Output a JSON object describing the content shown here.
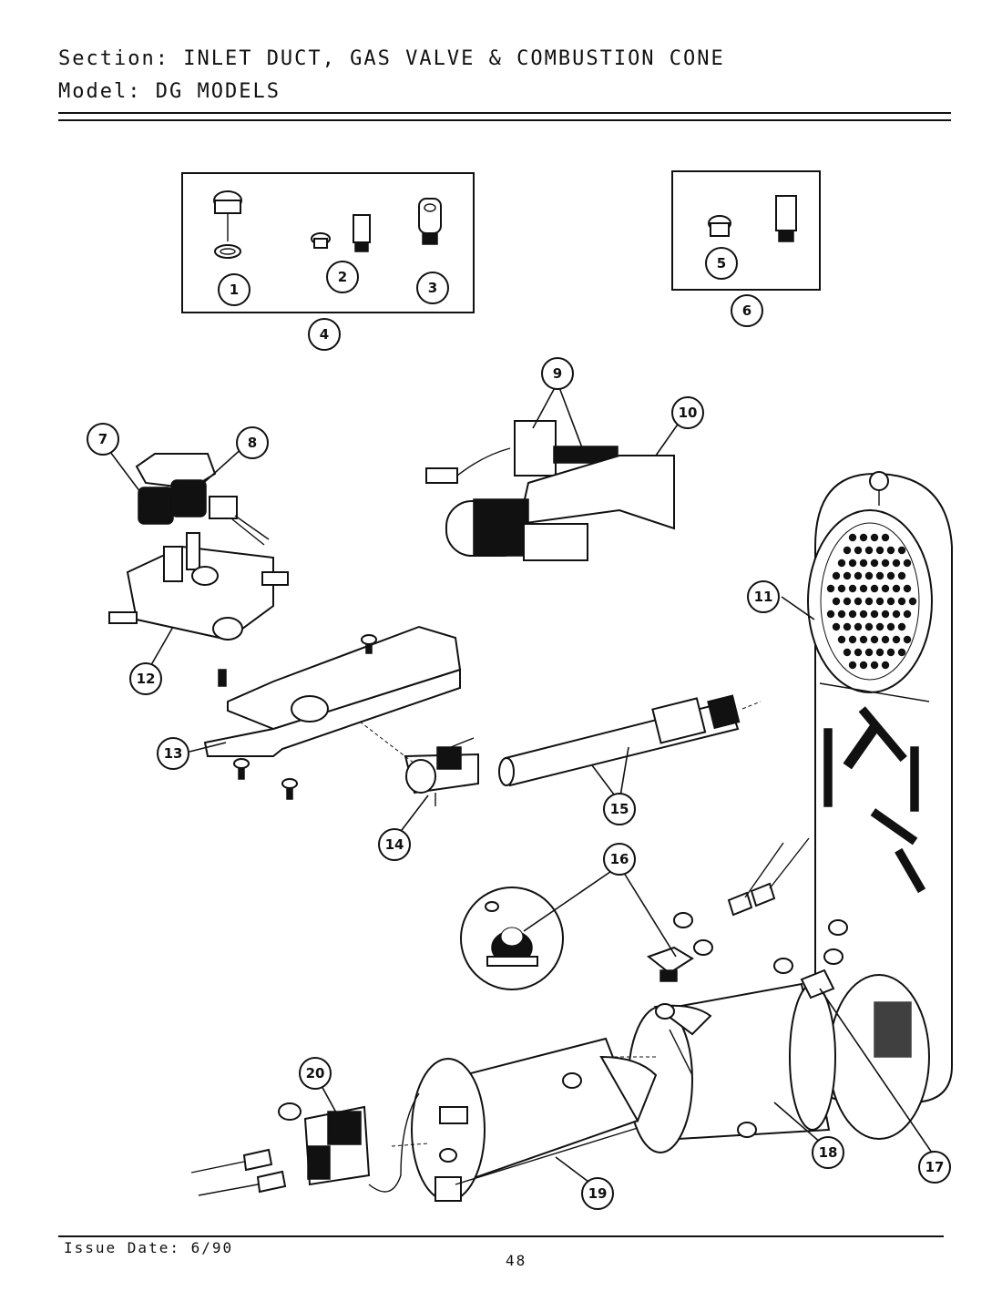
{
  "header": {
    "section_label": "Section:",
    "section_value": "INLET DUCT, GAS VALVE & COMBUSTION CONE",
    "model_label": "Model:",
    "model_value": "DG MODELS"
  },
  "callouts": [
    "1",
    "2",
    "3",
    "4",
    "5",
    "6",
    "7",
    "8",
    "9",
    "10",
    "11",
    "12",
    "13",
    "14",
    "15",
    "16",
    "17",
    "18",
    "19",
    "20"
  ],
  "footer": {
    "issue_date": "Issue Date: 6/90",
    "page_number": "48"
  }
}
